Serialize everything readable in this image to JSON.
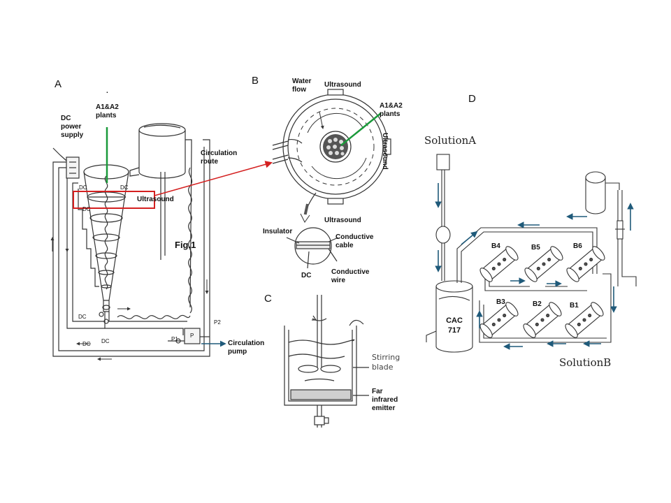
{
  "panels": {
    "a": "A",
    "b": "B",
    "c": "C",
    "d": "D"
  },
  "panel_a": {
    "dot": ".",
    "plants": "A1&A2\nplants",
    "dc_supply": "DC\npower\nsupply",
    "circulation_route": "Circulation\nroute",
    "ultrasound": "Ultrasound",
    "fig_label": "Fig.1",
    "circulation_pump": "Circulation\npump",
    "dc": "DC",
    "p1": "P1",
    "p2": "P2",
    "p": "P"
  },
  "panel_b": {
    "water_flow": "Water\nflow",
    "ultrasound_top": "Ultrasound",
    "plants": "A1&A2\nplants",
    "ultrasound_right": "Ultrasound",
    "ultrasound_bottom": "Ultrasound",
    "insulator": "Insulator",
    "conductive_cable": "Conductive\ncable",
    "dc": "DC",
    "conductive_wire": "Conductive\nwire"
  },
  "panel_c": {
    "stirring_blade": "Stirring\nblade",
    "emitter": "Far\ninfrared\nemitter"
  },
  "panel_d": {
    "solution_a": "SolutionA",
    "solution_b": "SolutionB",
    "tank": "CAC\n717",
    "cells": [
      "B4",
      "B5",
      "B6",
      "B3",
      "B2",
      "B1"
    ]
  },
  "colors": {
    "line": "#333333",
    "callout_red": "#d42020",
    "plants_green": "#1a9a3a",
    "arrow_blue": "#1f5a7a"
  }
}
